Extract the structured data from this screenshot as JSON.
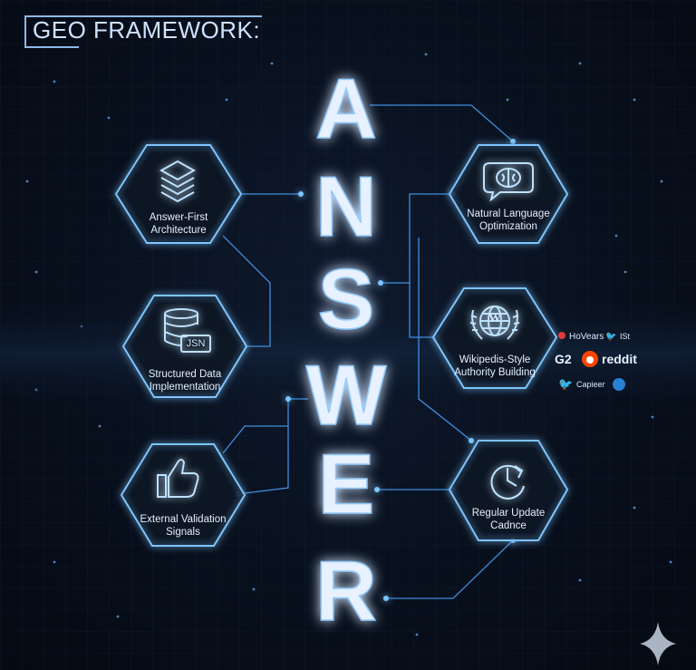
{
  "title": "GEO FRAMEWORK:",
  "letters": [
    "A",
    "N",
    "S",
    "W",
    "E",
    "R"
  ],
  "left_nodes": [
    {
      "label_line1": "Answer-First",
      "label_line2": "Architecture",
      "icon": "stack-layers-icon"
    },
    {
      "label_line1": "Structured Data",
      "label_line2": "Implementation",
      "icon": "database-json-icon",
      "icon_text": "JSN"
    },
    {
      "label_line1": "External Validation",
      "label_line2": "Signals",
      "icon": "thumbs-up-icon"
    }
  ],
  "right_nodes": [
    {
      "label_line1": "Natural Language",
      "label_line2": "Optimization",
      "icon": "brain-chat-icon"
    },
    {
      "label_line1": "Wikipedis-Style",
      "label_line2": "Authority Building",
      "icon": "wikipedia-laurel-icon",
      "icon_text": "W"
    },
    {
      "label_line1": "Regular Update",
      "label_line2": "Cadnce",
      "icon": "clock-refresh-icon"
    }
  ],
  "logos": {
    "hovers": "HoVears",
    "g2": "G2",
    "reddit": "reddit",
    "capterra": "Capieer",
    "extra": "ISt"
  },
  "colors": {
    "accent": "#4aa3ff",
    "glow": "#6cc0ff",
    "letter": "#e8f1ff",
    "reddit": "#ff4500"
  }
}
